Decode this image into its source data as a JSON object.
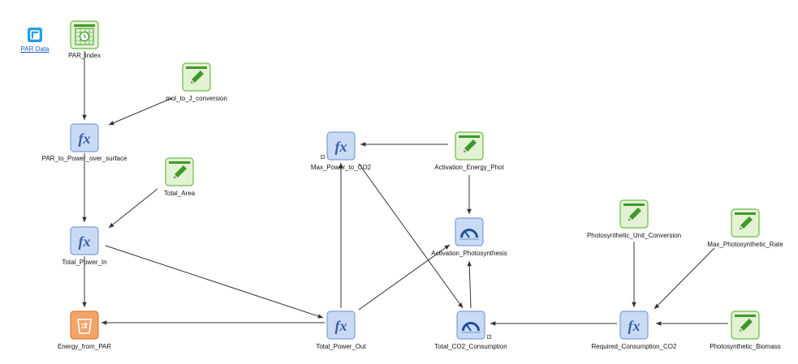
{
  "data_link": {
    "label": "PAR Data",
    "icon": "folder-link-icon"
  },
  "nodes": {
    "par_index": {
      "label": "PAR_Index",
      "icon": "timeseries-icon"
    },
    "mol_to_j": {
      "label": "mol_to_J_conversion",
      "icon": "pencil-icon"
    },
    "par_to_power": {
      "label": "PAR_to_Power_over_surface",
      "icon": "function-icon"
    },
    "total_area": {
      "label": "Total_Area",
      "icon": "pencil-icon"
    },
    "total_power_in": {
      "label": "Total_Power_In",
      "icon": "function-icon"
    },
    "energy_from_par": {
      "label": "Energy_from_PAR",
      "icon": "stock-icon"
    },
    "max_power_to_co2": {
      "label": "Max_Power_to_CO2",
      "icon": "function-icon"
    },
    "activation_energy_phot": {
      "label": "Activation_Energy_Phot",
      "icon": "pencil-icon"
    },
    "activation_photosynthesis": {
      "label": "Activation_Photosynthesis",
      "icon": "gauge-icon"
    },
    "total_power_out": {
      "label": "Total_Power_Out",
      "icon": "function-icon"
    },
    "total_co2_consumption": {
      "label": "Total_CO2_Consumption",
      "icon": "gauge-icon"
    },
    "photosynthetic_unit_conversion": {
      "label": "Photosynthetic_Unit_Conversion",
      "icon": "pencil-icon"
    },
    "max_photosynthetic_rate": {
      "label": "Max_Photosynthetic_Rate",
      "icon": "pencil-icon"
    },
    "required_consumption_co2": {
      "label": "Required_Consumption_CO2",
      "icon": "function-icon"
    },
    "photosynthetic_biomass": {
      "label": "Photosynthetic_Biomass",
      "icon": "pencil-icon"
    }
  },
  "colors": {
    "function_fill": "#c9daf4",
    "function_border": "#7f9fd6",
    "function_text": "#3a5fa6",
    "pencil_fill": "#e3f2d4",
    "pencil_border": "#6dbb4a",
    "pencil_icon": "#3d9a2a",
    "gauge_fill": "#c9daf4",
    "gauge_border": "#7f9fd6",
    "stock_fill": "#f3a469",
    "stock_border": "#e07a2f",
    "arrow": "#333333",
    "link": "#1b5ec7"
  }
}
